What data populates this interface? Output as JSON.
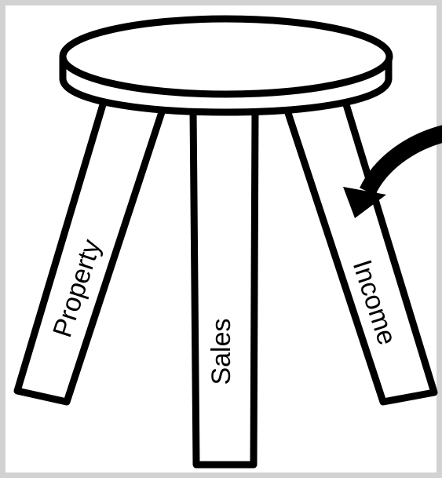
{
  "legs": {
    "property": "Property",
    "sales": "Sales",
    "income": "Income"
  },
  "colors": {
    "stroke": "#000000",
    "fill": "#ffffff",
    "border": "#d2d2d2"
  }
}
